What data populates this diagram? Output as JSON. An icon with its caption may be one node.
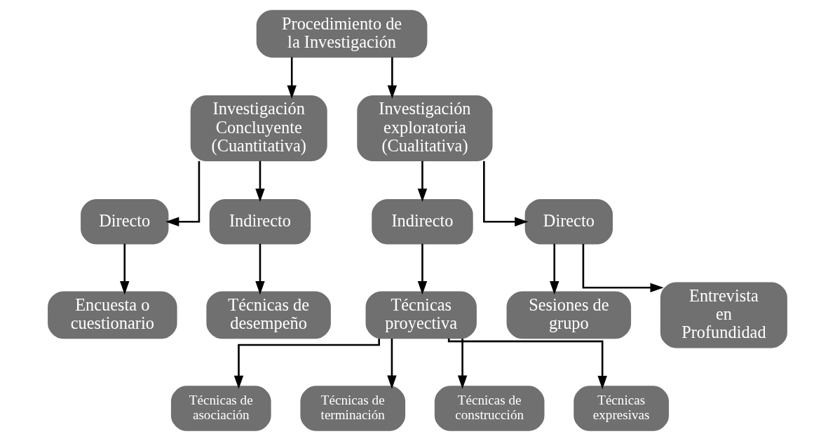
{
  "diagram": {
    "nodes": [
      {
        "text": [
          "Procedimiento de la Investigación"
        ]
      },
      {
        "text": [
          "Investigación Concluyente (Cuantitativa)"
        ]
      },
      {
        "text": [
          "Investigación exploratoria (Cualitativa)"
        ]
      },
      {
        "text": [
          "Directo"
        ]
      },
      {
        "text": [
          "Indirecto"
        ]
      },
      {
        "text": [
          "Indirecto"
        ]
      },
      {
        "text": [
          "Directo"
        ]
      },
      {
        "text": [
          "Encuesta o cuestionario"
        ]
      },
      {
        "text": [
          "Técnicas de desempeño"
        ]
      },
      {
        "text": [
          "Técnicas proyectiva"
        ]
      },
      {
        "text": [
          "Sesiones de grupo"
        ]
      },
      {
        "text": [
          "Entrevista en Profundidad"
        ]
      },
      {
        "text": [
          "Técnicas de asociación"
        ]
      },
      {
        "text": [
          "Técnicas de terminación"
        ]
      },
      {
        "text": [
          "Técnicas de construcción"
        ]
      },
      {
        "text": [
          "Técnicas expresivas"
        ]
      }
    ],
    "edges": [
      {
        "from": 0,
        "to": 1,
        "arrow": "to"
      },
      {
        "from": 0,
        "to": 2,
        "arrow": "to"
      },
      {
        "from": 1,
        "to": 3,
        "arrow": "to"
      },
      {
        "from": 1,
        "to": 4,
        "arrow": "to"
      },
      {
        "from": 2,
        "to": 5,
        "arrow": "to"
      },
      {
        "from": 2,
        "to": 6,
        "arrow": "to"
      },
      {
        "from": 3,
        "to": 7,
        "arrow": "to"
      },
      {
        "from": 4,
        "to": 8,
        "arrow": "to"
      },
      {
        "from": 5,
        "to": 9,
        "arrow": "to"
      },
      {
        "from": 6,
        "to": 10,
        "arrow": "to"
      },
      {
        "from": 6,
        "to": 11,
        "arrow": "to"
      },
      {
        "from": 9,
        "to": 12,
        "arrow": "to"
      },
      {
        "from": 9,
        "to": 13,
        "arrow": "to"
      },
      {
        "from": 9,
        "to": 14,
        "arrow": "to"
      },
      {
        "from": 9,
        "to": 15,
        "arrow": "to"
      }
    ]
  }
}
